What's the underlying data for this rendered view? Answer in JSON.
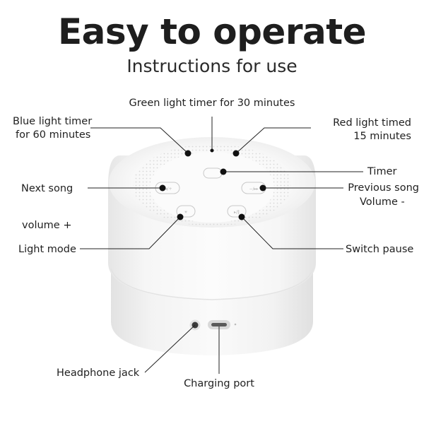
{
  "header": {
    "title": "Easy to operate",
    "subtitle": "Instructions for use"
  },
  "labels": {
    "green_timer": "Green light timer for 30 minutes",
    "blue_timer_line1": "Blue light timer",
    "blue_timer_line2": "for 60 minutes",
    "red_timer_line1": "Red light timed",
    "red_timer_line2": "15 minutes",
    "timer": "Timer",
    "next_song": "Next song",
    "previous_song": "Previous song",
    "volume_minus": "Volume -",
    "volume_plus": "volume +",
    "light_mode": "Light mode",
    "switch_pause": "Switch pause",
    "headphone_jack": "Headphone jack",
    "charging_port": "Charging port"
  },
  "colors": {
    "text": "#1f1f1f",
    "device_body": "#f3f3f3",
    "leader_line": "#222222"
  }
}
